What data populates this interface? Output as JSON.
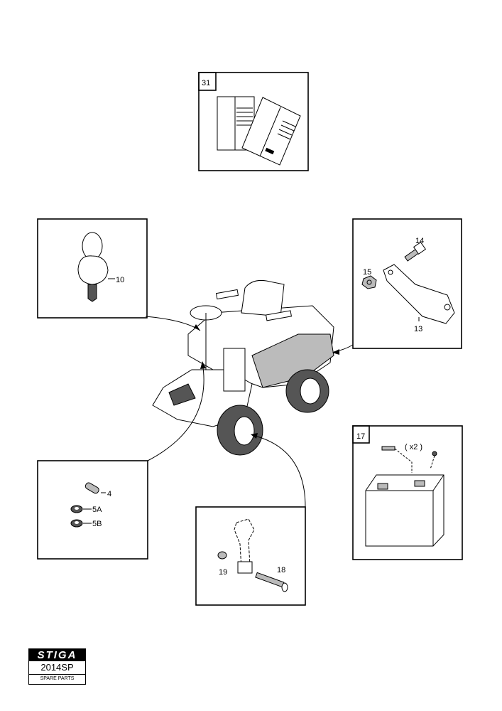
{
  "callouts": {
    "manuals": "31",
    "key": "10",
    "bolt": "14",
    "nut": "15",
    "bracket": "13",
    "battery": "17",
    "battery_qty": "( x2 )",
    "pin": "4",
    "washer_a": "5A",
    "washer_b": "5B",
    "pedal_nut": "19",
    "pedal_bolt": "18"
  },
  "logo": {
    "brand": "STIGA",
    "edition": "2014SP",
    "caption": "SPARE PARTS"
  }
}
